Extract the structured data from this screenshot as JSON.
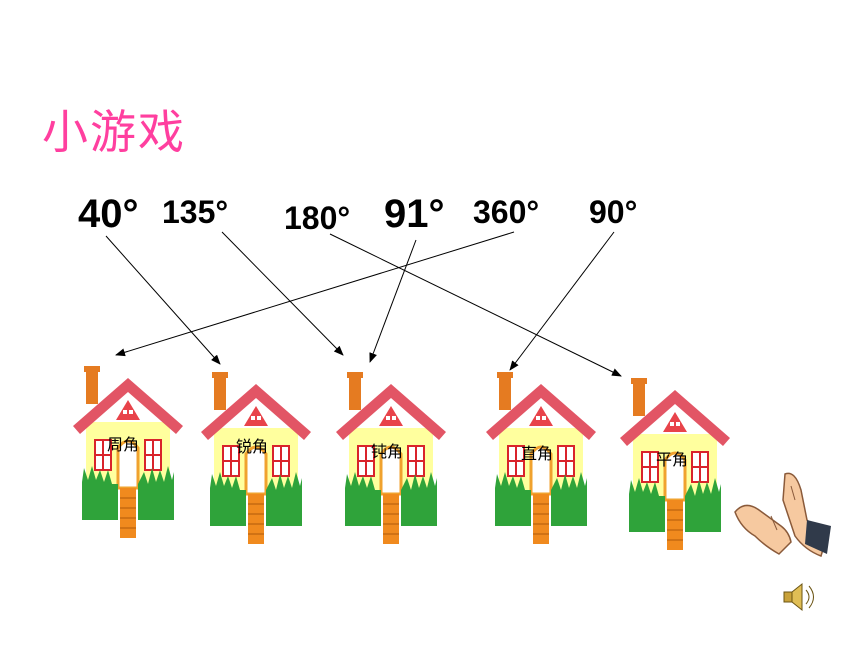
{
  "title": "小游戏",
  "angles": [
    "40°",
    "135°",
    "180°",
    "91°",
    "360°",
    "90°"
  ],
  "houses": [
    "周角",
    "锐角",
    "钝角",
    "直角",
    "平角"
  ],
  "icons": {
    "clapping": "clapping-hands-icon",
    "sound": "speaker-icon"
  },
  "colors": {
    "title": "#ff3f9f",
    "roof": "#e25565",
    "wall": "#ffff9e",
    "chimney": "#e57b21",
    "grass": "#2fa33a",
    "door": "#f7a43b"
  }
}
